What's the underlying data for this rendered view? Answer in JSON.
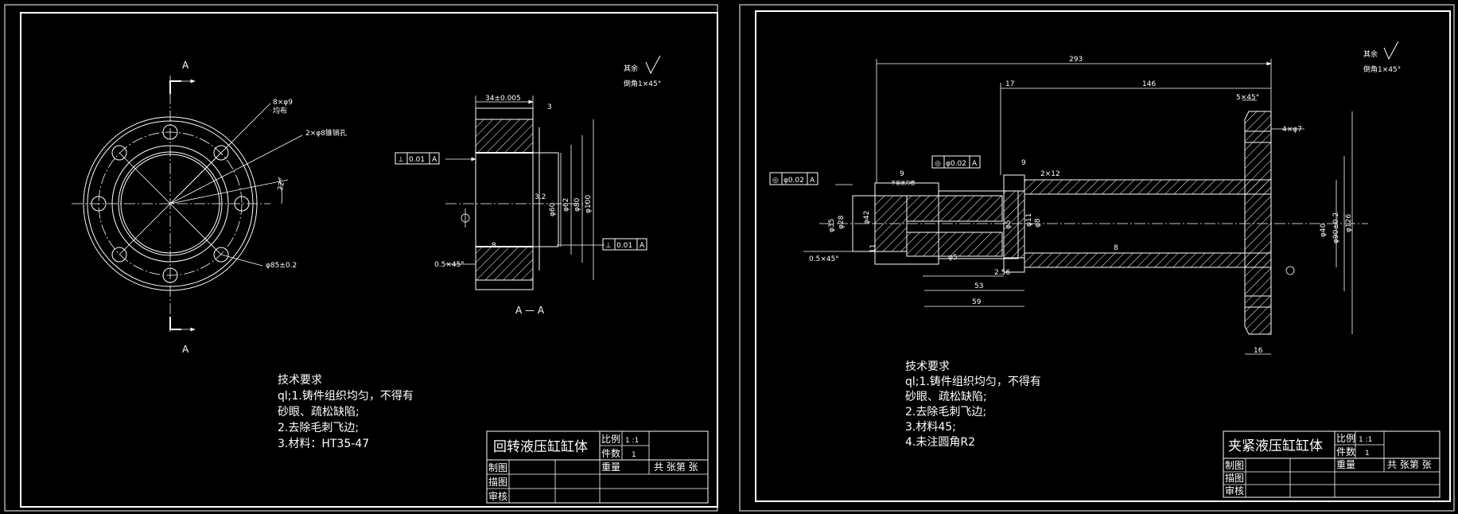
{
  "sheets": [
    {
      "view_labels": {
        "section_a_top": "A",
        "section_a_bottom": "A",
        "section_title": "A — A"
      },
      "dims": {
        "holes": "8×φ9",
        "holes_note": "均布",
        "pins": "2×φ8锥销孔",
        "angle": "22°",
        "pcd": "φ85±0.2",
        "width": "34±0.005",
        "dim_3": "3",
        "d60": "φ60",
        "d62": "φ62",
        "d80": "φ80",
        "d100": "φ100",
        "chamfer": "0.5×45°",
        "rough": "3.2",
        "rough2": "8"
      },
      "tolerance_frames": [
        {
          "sym": "⊥",
          "val": "0.01",
          "ref": "A"
        },
        {
          "sym": "⊥",
          "val": "0.01",
          "ref": "A"
        }
      ],
      "notes": {
        "remaining": "其余",
        "chamfer_note": "倒角1×45°"
      },
      "tech_req": [
        "技术要求",
        "ql;1.铸件组织均匀，不得有",
        "砂眼、疏松缺陷;",
        "2.去除毛刺飞边;",
        "3.材料：HT35-47"
      ],
      "title_block": {
        "title": "回转液压缸缸体",
        "scale_label": "比例",
        "scale_value": "1 :1",
        "qty_label": "件数",
        "qty_value": "1",
        "weight_label": "重量",
        "sheets_label": "共 张第 张",
        "draw": "制图",
        "trace": "描图",
        "review": "审核"
      }
    },
    {
      "dims": {
        "overall": "293",
        "d17": "17",
        "d146": "146",
        "chamfer_top": "5×45°",
        "holes": "4×φ7",
        "d9a": "9",
        "d9b": "9",
        "note_small": "不留退刀槽",
        "groove": "2×12",
        "d35": "φ35",
        "d28": "φ28",
        "d42": "φ42",
        "d11": "φ11",
        "d5": "φ5",
        "d5b": "φ5",
        "d8": "φ8",
        "d40": "φ40",
        "d90": "φ90±0.2",
        "d126": "φ126",
        "chamfer": "0.5×45°",
        "d256": "2.56",
        "d53": "53",
        "d59": "59",
        "d16": "16",
        "rough": "8",
        "d11v": "11"
      },
      "tolerance_frames": [
        {
          "sym": "◎",
          "val": "φ0.02",
          "ref": "A"
        },
        {
          "sym": "◎",
          "val": "φ0.02",
          "ref": "A"
        }
      ],
      "notes": {
        "remaining": "其余",
        "chamfer_note": "倒角1×45°"
      },
      "tech_req": [
        "技术要求",
        "ql;1.铸件组织均匀，不得有",
        "砂眼、疏松缺陷;",
        "2.去除毛刺飞边;",
        "3.材料45;",
        "4.未注圆角R2"
      ],
      "title_block": {
        "title": "夹紧液压缸缸体",
        "scale_label": "比例",
        "scale_value": "1 :1",
        "qty_label": "件数",
        "qty_value": "1",
        "weight_label": "重量",
        "sheets_label": "共 张第 张",
        "draw": "制图",
        "trace": "描图",
        "review": "审核"
      }
    }
  ]
}
